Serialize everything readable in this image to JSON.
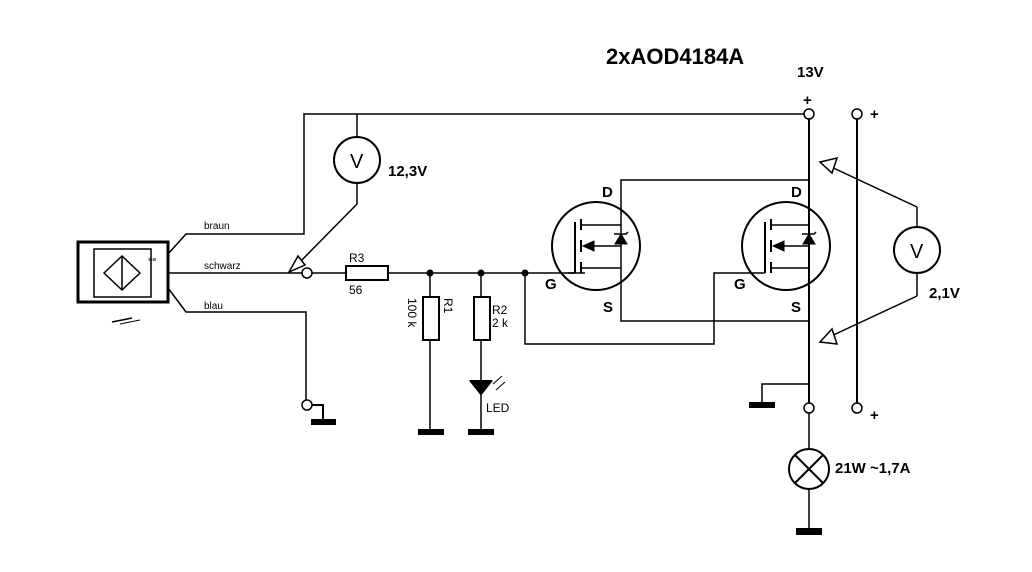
{
  "title": "2xAOD4184A",
  "supply": {
    "voltage": "13V",
    "plus_top": "+",
    "plus_right_top": "+",
    "plus_right_bottom": "+"
  },
  "sensor": {
    "wire_brown": "braun",
    "wire_black": "schwarz",
    "wire_blue": "blau"
  },
  "meters": {
    "left_symbol": "V",
    "left_reading": "12,3V",
    "right_symbol": "V",
    "right_reading": "2,1V"
  },
  "components": {
    "r3_name": "R3",
    "r3_value": "56",
    "r1_name": "R1",
    "r1_value": "100 k",
    "r2_name": "R2",
    "r2_value": "2 k",
    "led_label": "LED",
    "lamp_label": "21W ~1,7A"
  },
  "mosfet1": {
    "drain": "D",
    "gate": "G",
    "source": "S"
  },
  "mosfet2": {
    "drain": "D",
    "gate": "G",
    "source": "S"
  }
}
